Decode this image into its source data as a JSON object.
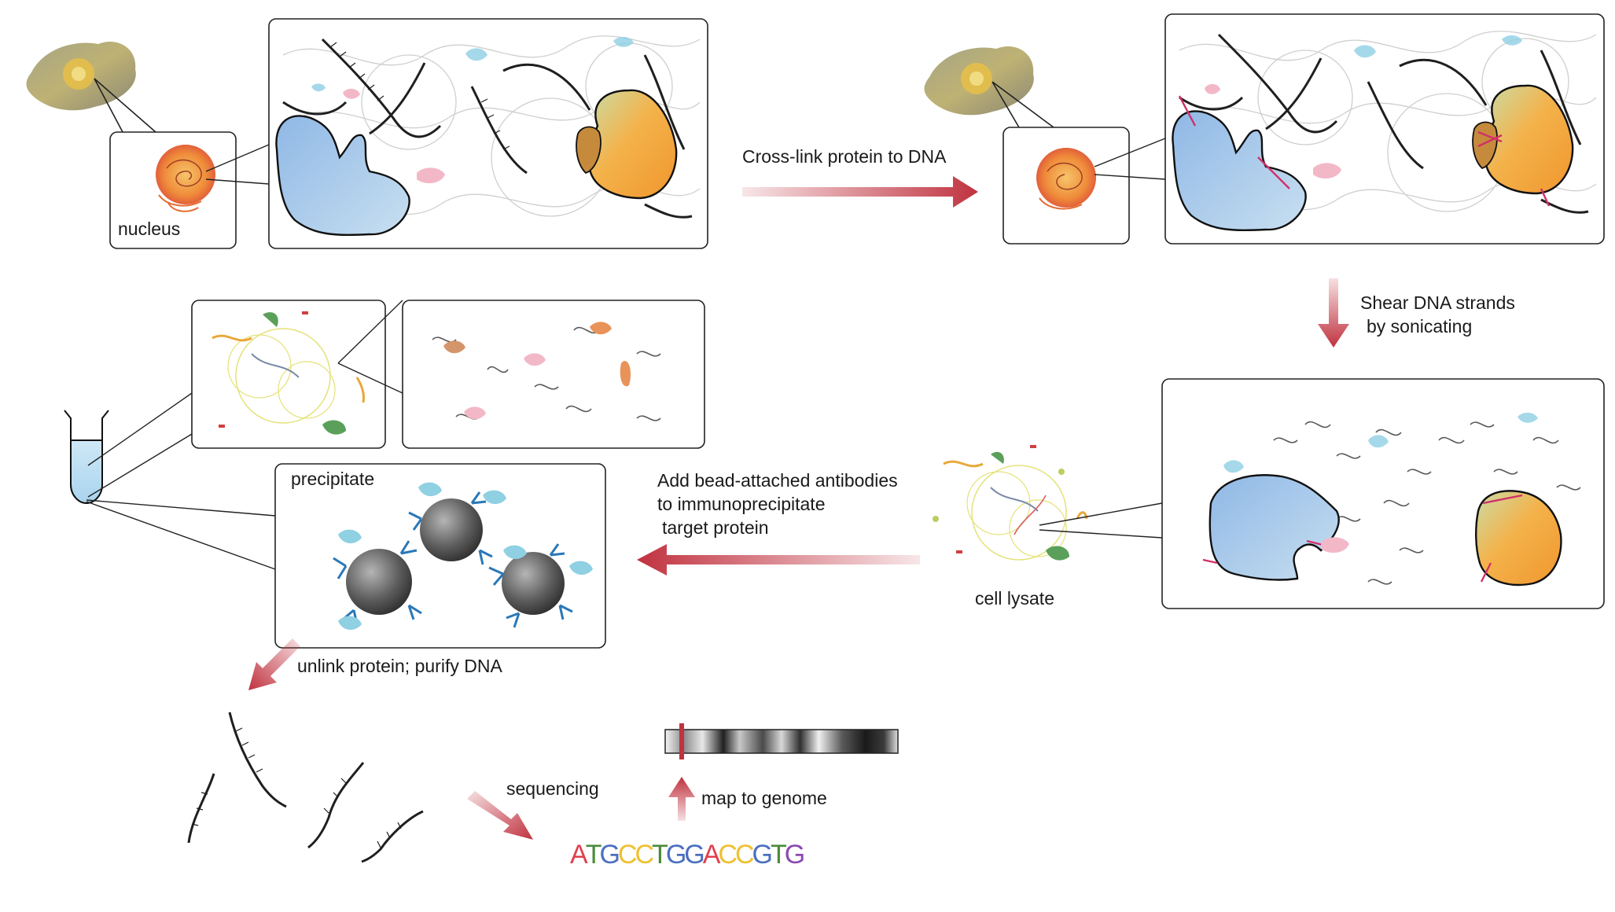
{
  "labels": {
    "nucleus": "nucleus",
    "cross_link": "Cross-link protein to DNA",
    "shear_line1": "Shear DNA strands",
    "shear_line2": "by sonicating",
    "antibody_line1": "Add bead-attached antibodies",
    "antibody_line2": "to immunoprecipitate",
    "antibody_line3": "target protein",
    "cell_lysate": "cell lysate",
    "precipitate": "precipitate",
    "unlink": "unlink protein; purify DNA",
    "sequencing": "sequencing",
    "map_to_genome": "map to genome"
  },
  "sequence": {
    "letters": [
      "A",
      "T",
      "G",
      "C",
      "C",
      "T",
      "G",
      "G",
      "A",
      "C",
      "C",
      "G",
      "T",
      "G"
    ],
    "colors": [
      "#e0404e",
      "#4a8a3a",
      "#4a6fc0",
      "#f0c030",
      "#f0c030",
      "#4a8a3a",
      "#4a6fc0",
      "#4a6fc0",
      "#e0404e",
      "#f0c030",
      "#f0c030",
      "#4a6fc0",
      "#4a8a3a",
      "#8a4ab0"
    ]
  },
  "colors": {
    "arrow": "#c0323f",
    "protein_blue": "#a9cbe8",
    "protein_orange": "#f2a63a",
    "protein_pink": "#f2b8c8",
    "protein_cyan": "#8fd0e3",
    "bead": "#5a5a5a",
    "antibody": "#2a78b8",
    "nucleus_orange": "#ee8a3c"
  }
}
